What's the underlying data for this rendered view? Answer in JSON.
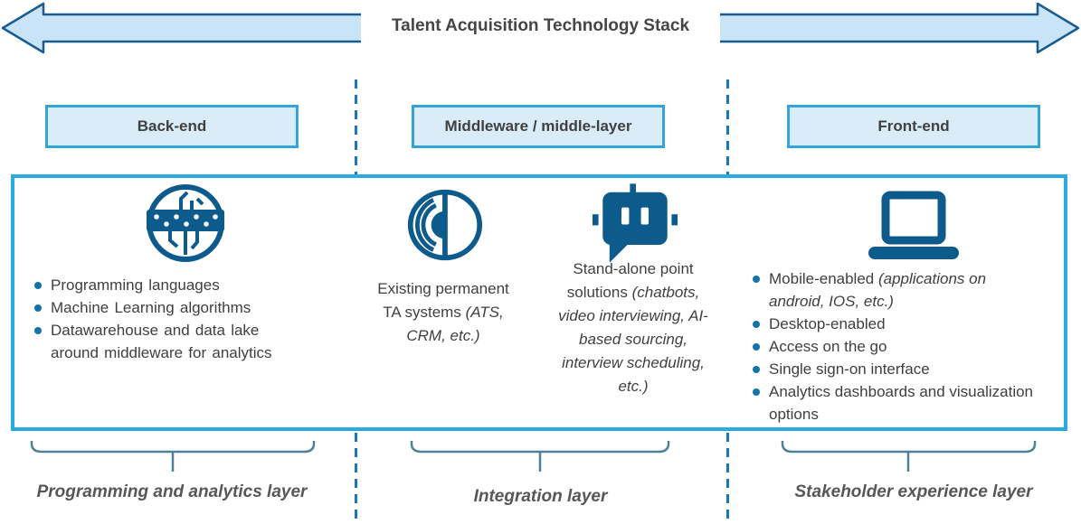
{
  "title": "Talent Acquisition Technology Stack",
  "columns": [
    {
      "header": "Back-end",
      "icon": "circuit-board-icon",
      "bullets": [
        "Programming languages",
        "Machine Learning algorithms",
        "Datawarehouse and data lake around middleware for analytics"
      ],
      "layer_label": "Programming and analytics layer"
    },
    {
      "header": "Middleware / middle-layer",
      "items": [
        {
          "icon": "middleware-icon",
          "plain": "Existing permanent TA systems ",
          "italic": "(ATS, CRM, etc.)"
        },
        {
          "icon": "chatbot-icon",
          "plain": "Stand-alone point solutions ",
          "italic": "(chatbots, video interviewing, AI-based sourcing, interview scheduling, etc.)"
        }
      ],
      "layer_label": "Integration layer"
    },
    {
      "header": "Front-end",
      "icon": "laptop-icon",
      "bullets": [
        {
          "plain": "Mobile-enabled ",
          "italic": "(applications on android, IOS, etc.)"
        },
        {
          "plain": "Desktop-enabled",
          "italic": ""
        },
        {
          "plain": "Access on the go",
          "italic": ""
        },
        {
          "plain": "Single sign-on interface",
          "italic": ""
        },
        {
          "plain": "Analytics dashboards and visualization options",
          "italic": ""
        }
      ],
      "layer_label": "Stakeholder experience layer"
    }
  ],
  "colors": {
    "arrow_fill": "#C9E3F7",
    "arrow_border": "#1A5C90",
    "box_border": "#29ABE2",
    "header_fill": "#D9ECF8",
    "header_border": "#33A3DA",
    "icon_blue": "#0D5A8C",
    "bullet_dot": "#1273A8",
    "body_text": "#3F3F3F",
    "brace": "#4C8198",
    "layer_label_text": "#575757",
    "dashed_line": "#1878B8"
  }
}
